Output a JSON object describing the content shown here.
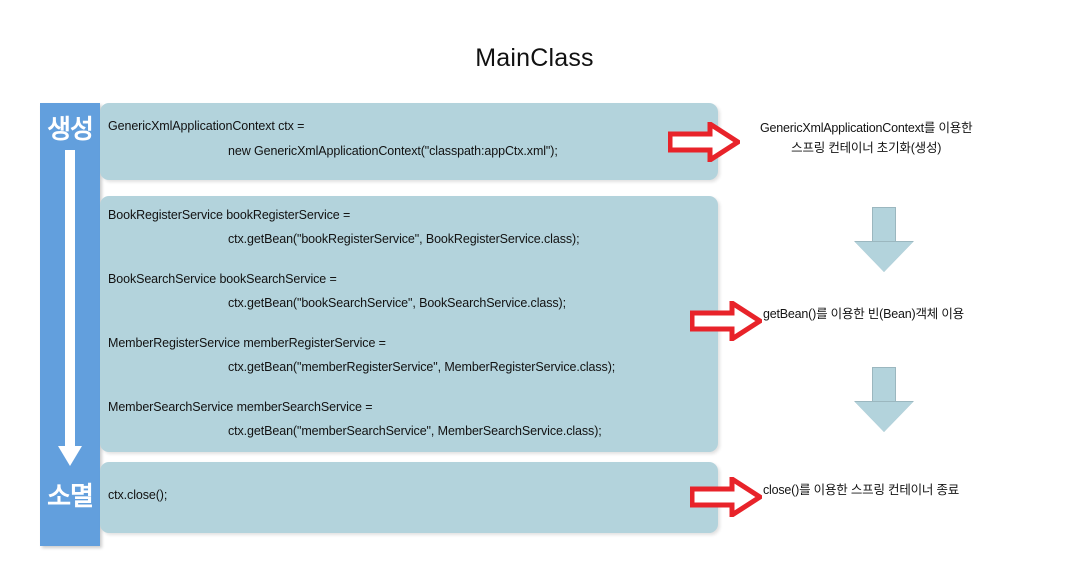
{
  "title": "MainClass",
  "lifecycle": {
    "start_label": "생성",
    "end_label": "소멸",
    "arrow_icon": "down-arrow-icon",
    "bar_color": "#629fdd"
  },
  "blocks": {
    "create": {
      "name": "container-creation-code",
      "lines": [
        {
          "text": "GenericXmlApplicationContext ctx =",
          "indent": false
        },
        {
          "text": "new GenericXmlApplicationContext(\"classpath:appCtx.xml\");",
          "indent": true
        }
      ]
    },
    "use": {
      "name": "bean-usage-code",
      "lines": [
        {
          "text": "BookRegisterService bookRegisterService =",
          "indent": false
        },
        {
          "text": "ctx.getBean(\"bookRegisterService\", BookRegisterService.class);",
          "indent": true
        },
        {
          "text": "BookSearchService bookSearchService =",
          "indent": false
        },
        {
          "text": "ctx.getBean(\"bookSearchService\", BookSearchService.class);",
          "indent": true
        },
        {
          "text": "MemberRegisterService memberRegisterService =",
          "indent": false
        },
        {
          "text": "ctx.getBean(\"memberRegisterService\", MemberRegisterService.class);",
          "indent": true
        },
        {
          "text": "MemberSearchService memberSearchService =",
          "indent": false
        },
        {
          "text": "ctx.getBean(\"memberSearchService\", MemberSearchService.class);",
          "indent": true
        }
      ]
    },
    "close": {
      "name": "container-close-code",
      "lines": [
        {
          "text": "ctx.close();",
          "indent": false
        }
      ]
    }
  },
  "annotations": {
    "create": {
      "line1": "GenericXmlApplicationContext를 이용한",
      "line2": "스프링 컨테이너 초기화(생성)"
    },
    "use": {
      "line1": "getBean()를 이용한 빈(Bean)객체 이용"
    },
    "close": {
      "line1": "close()를 이용한 스프링 컨테이너 종료"
    }
  },
  "colors": {
    "code_block": "#b3d3dc",
    "sidebar": "#629fdd",
    "callout_arrow": "#e8232a",
    "flow_arrow": "#b3d3dc"
  }
}
